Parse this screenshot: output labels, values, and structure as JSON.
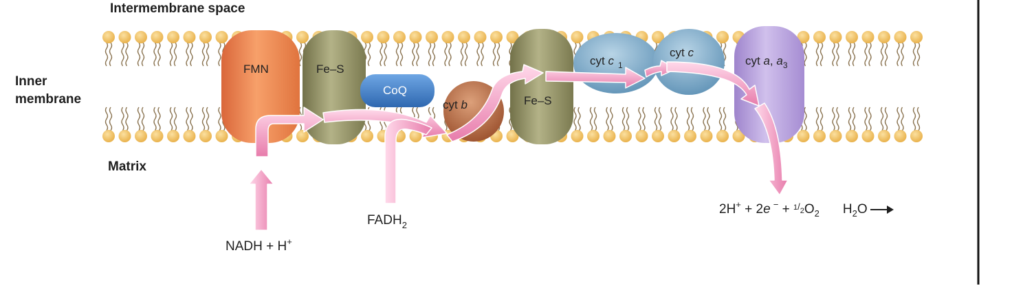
{
  "labels": {
    "intermembrane_space": "Intermembrane space",
    "inner_membrane_line1": "Inner",
    "inner_membrane_line2": "membrane",
    "matrix": "Matrix"
  },
  "complexes": {
    "fmn": "FMN",
    "fes_1": "Fe–S",
    "coq": "CoQ",
    "cyt_b_prefix": "cyt ",
    "cyt_b_italic": "b",
    "fes_2": "Fe–S",
    "cyt_c1_prefix": "cyt ",
    "cyt_c1_italic": "c",
    "cyt_c1_sub": "1",
    "cyt_c_prefix": "cyt ",
    "cyt_c_italic": "c",
    "cyt_aa3_prefix": "cyt ",
    "cyt_aa3_a": "a",
    "cyt_aa3_sep": ", ",
    "cyt_aa3_a3": "a",
    "cyt_aa3_sub": "3"
  },
  "inputs": {
    "nadh_main": "NADH + H",
    "nadh_sup": "+",
    "fadh_main": "FADH",
    "fadh_sub": "2"
  },
  "equation": {
    "p1": "2H",
    "sup_plus": "+",
    "p2": " + 2",
    "e": "e",
    "sup_minus": "−",
    "p3": " + ",
    "half_num": "1",
    "slash": "/",
    "half_den": "2",
    "o": "O",
    "o_sub": "2",
    "h": "H",
    "h_sub": "2",
    "o_end": "O"
  },
  "colors": {
    "membrane_head": "#f2c15a",
    "fmn": "#f28a52",
    "fes": "#8f8e62",
    "coq": "#4a86cc",
    "cyt_b": "#b4663e",
    "cyt_c": "#80aecc",
    "cyt_aa3": "#b49ddc",
    "arrow": "#e780ac"
  }
}
